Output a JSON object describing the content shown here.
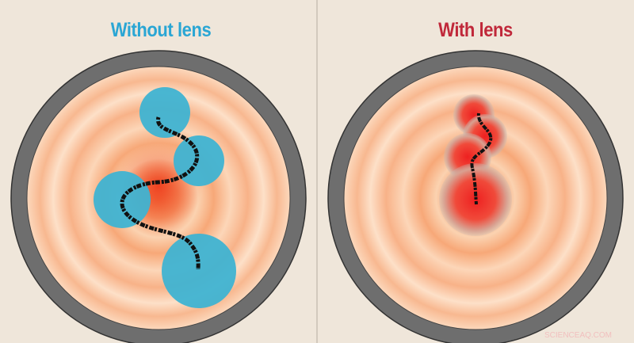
{
  "panels": [
    {
      "title": "Without lens",
      "title_color": "#2aa6d4"
    },
    {
      "title": "With lens",
      "title_color": "#c0283a"
    }
  ],
  "watermark": "SCIENCEAQ.COM",
  "colors": {
    "background": "#efe6da",
    "ring": "#707070",
    "blob_blue": "#3fb3d2",
    "hotspot": "#f05a28",
    "watermark": "#f4a0a8"
  }
}
